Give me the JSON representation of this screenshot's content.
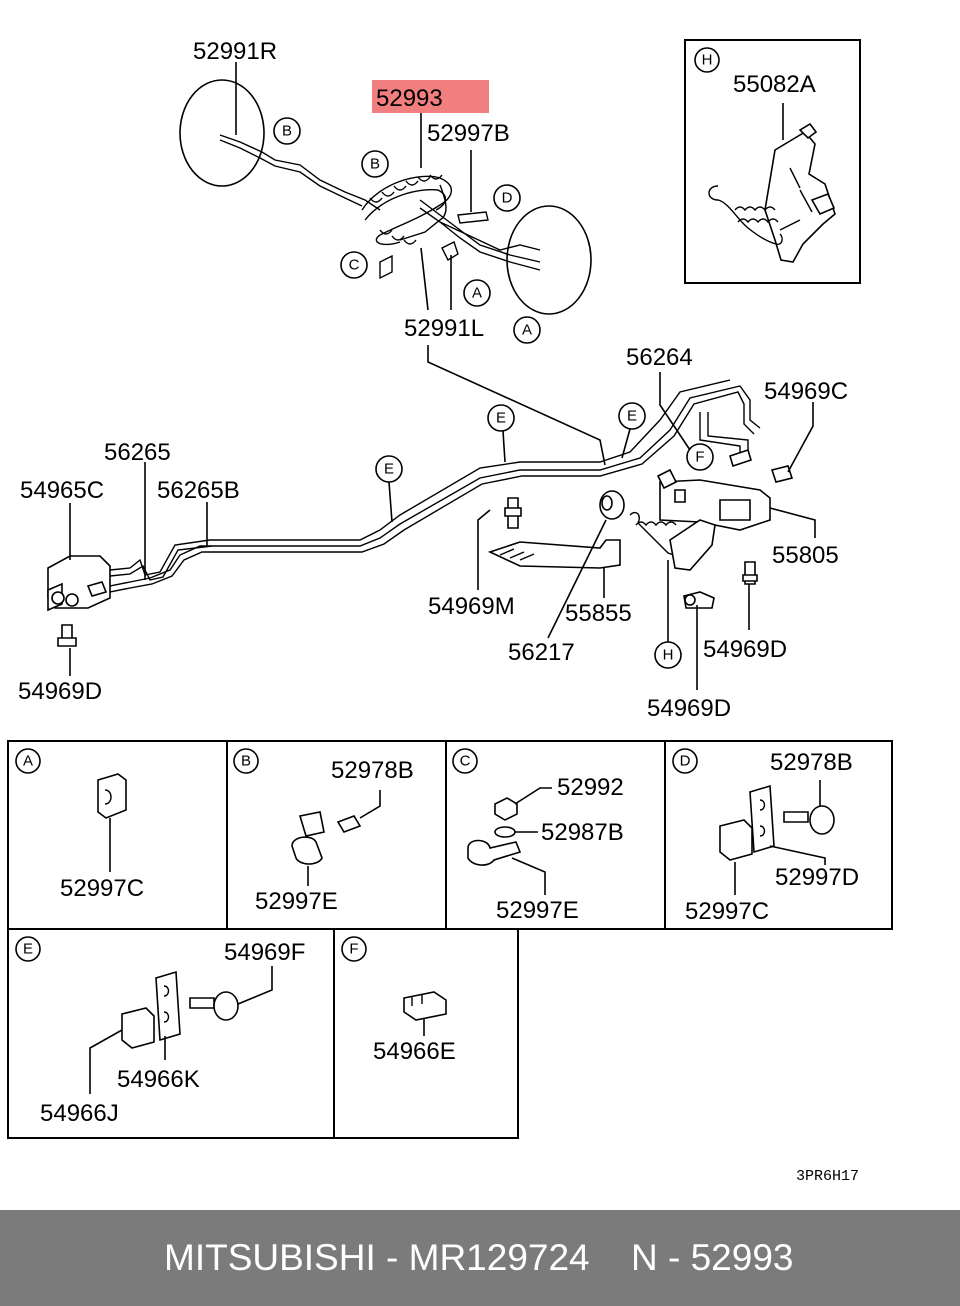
{
  "highlight": {
    "part": "52993",
    "color": "#f27f7f"
  },
  "main_labels": {
    "p52991R": "52991R",
    "p52993": "52993",
    "p52997B": "52997B",
    "p52991L": "52991L",
    "p55082A": "55082A",
    "p56264": "56264",
    "p54969C": "54969C",
    "p56265": "56265",
    "p54965C": "54965C",
    "p56265B": "56265B",
    "p55805": "55805",
    "p54969M": "54969M",
    "p55855": "55855",
    "p56217": "56217",
    "p54969D_right": "54969D",
    "p54969D_bottom": "54969D",
    "p54969D_left": "54969D"
  },
  "callouts": {
    "A": "A",
    "B": "B",
    "C": "C",
    "D": "D",
    "E": "E",
    "F": "F",
    "H": "H"
  },
  "detail_boxes": {
    "A": [
      "52997C"
    ],
    "B": [
      "52978B",
      "52997E"
    ],
    "C": [
      "52992",
      "52987B",
      "52997E"
    ],
    "D": [
      "52978B",
      "52997D",
      "52997C"
    ],
    "E": [
      "54969F",
      "54966K",
      "54966J"
    ],
    "F": [
      "54966E"
    ]
  },
  "drawing_code": "3PR6H17",
  "footer": {
    "brand": "MITSUBISHI - MR129724",
    "ref": "N - 52993",
    "background": "#7b7b7b"
  }
}
